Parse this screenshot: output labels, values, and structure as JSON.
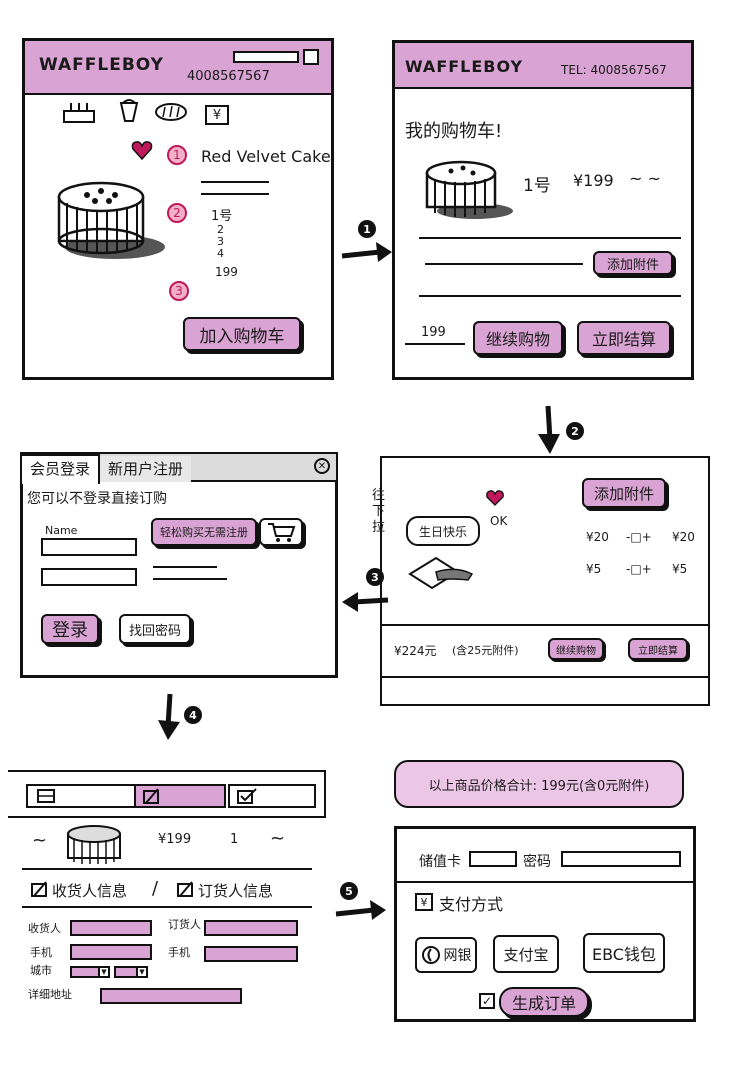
{
  "steps": {
    "s1": "1",
    "s2": "2",
    "s3": "3",
    "s4": "4",
    "s5": "5",
    "r1": "1",
    "r2": "2",
    "r3": "3"
  },
  "panel1": {
    "brand": "WAFFLEBOY",
    "phone": "4008567567",
    "nav_icons": [
      "cake-icon",
      "cup-icon",
      "bread-icon",
      "yen-icon"
    ],
    "yen": "¥",
    "product_name": "Red Velvet Cake",
    "sizes": [
      "1号",
      "2",
      "3",
      "4"
    ],
    "price": "199",
    "add_to_cart": "加入购物车"
  },
  "panel2": {
    "brand": "WAFFLEBOY",
    "tel": "TEL: 4008567567",
    "title": "我的购物车!",
    "item_size": "1号",
    "item_price": "¥199",
    "item_tail": "~ ~",
    "add_accessory": "添加附件",
    "total": "199",
    "continue_shopping": "继续购物",
    "checkout": "立即结算"
  },
  "panel3": {
    "side_text": [
      "往",
      "下",
      "拉"
    ],
    "add_accessory": "添加附件",
    "birthday_tag": "生日快乐",
    "ok": "OK",
    "rows": [
      {
        "price": "¥20",
        "stepper": "-□+",
        "total": "¥20"
      },
      {
        "price": "¥5",
        "stepper": "-□+",
        "total": "¥5"
      }
    ],
    "total_text": "¥224元",
    "total_note": "(含25元附件)",
    "continue_shopping": "继续购物",
    "checkout": "立即结算"
  },
  "panel4": {
    "tab_login": "会员登录",
    "tab_register": "新用户注册",
    "hint": "您可以不登录直接订购",
    "name_label": "Name",
    "quick_buy": "轻松购买无需注册",
    "login": "登录",
    "forgot": "找回密码"
  },
  "panel5": {
    "item_left": "~",
    "item_price": "¥199",
    "item_qty": "1",
    "item_tail": "~",
    "receiver_header": "收货人信息",
    "orderer_header": "订货人信息",
    "receiver_label": "收货人",
    "orderer_label": "订货人",
    "phone_label": "手机",
    "phone_label2": "手机",
    "city_label": "城市",
    "address_label": "详细地址"
  },
  "panel6": {
    "summary": "以上商品价格合计: 199元(含0元附件)",
    "card_label": "储值卡",
    "password_label": "密码",
    "payment_header": "支付方式",
    "yen": "¥",
    "netbank": "网银",
    "alipay": "支付宝",
    "ebc": "EBC钱包",
    "submit": "生成订单"
  },
  "colors": {
    "accent_pink": "#d9a3d3",
    "heart_red": "#c0185a",
    "ink": "#111111"
  }
}
